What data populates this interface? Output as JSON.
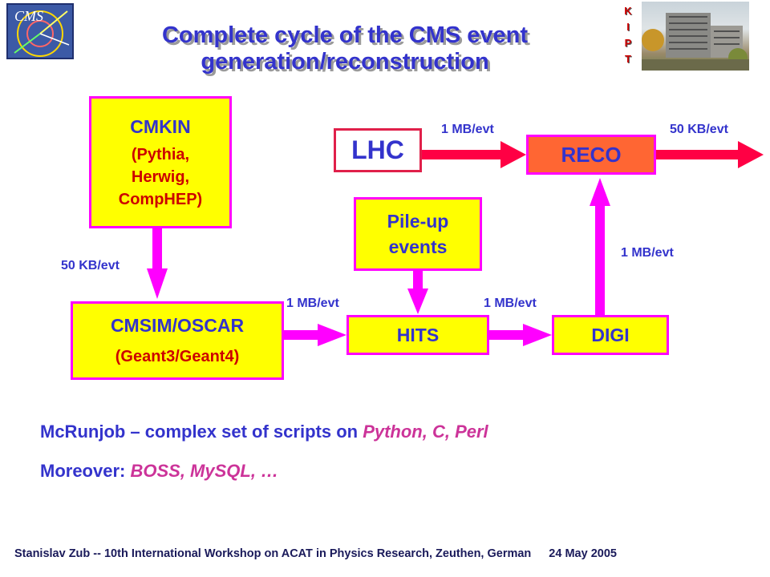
{
  "title": {
    "line1": "Complete cycle of the CMS event",
    "line2": "generation/reconstruction"
  },
  "logo": {
    "cms_text": "CMS",
    "kipt_letters": [
      "K",
      "I",
      "P",
      "T"
    ]
  },
  "boxes": {
    "cmkin": {
      "title": "CMKIN",
      "sub": "(Pythia, Herwig, CompHEP)"
    },
    "cmsim": {
      "title": "CMSIM/OSCAR",
      "sub": "(Geant3/Geant4)"
    },
    "lhc": "LHC",
    "reco": "RECO",
    "pileup": "Pile-up events",
    "hits": "HITS",
    "digi": "DIGI"
  },
  "rates": {
    "lhc_to_reco": "1 MB/evt",
    "reco_out": "50 KB/evt",
    "cmkin_to_cmsim": "50 KB/evt",
    "cmsim_to_hits": "1 MB/evt",
    "hits_to_digi": "1 MB/evt",
    "digi_to_reco": "1 MB/evt"
  },
  "body": {
    "line1_prefix": "McRunjob – complex set of scripts on ",
    "line1_em": "Python, C, Perl",
    "line2_prefix": "Moreover: ",
    "line2_em": "BOSS, MySQL, …"
  },
  "footer": {
    "text": "Stanislav Zub -- 10th International Workshop on ACAT in Physics Research, Zeuthen, German",
    "date": "24 May 2005"
  },
  "colors": {
    "arrow_magenta": "#ff00ff",
    "arrow_red": "#ff0044",
    "box_yellow": "#ffff00",
    "reco_orange": "#ff6633",
    "text_blue": "#3333cc",
    "text_red": "#cc0000",
    "emphasis_pink": "#cc3399"
  }
}
